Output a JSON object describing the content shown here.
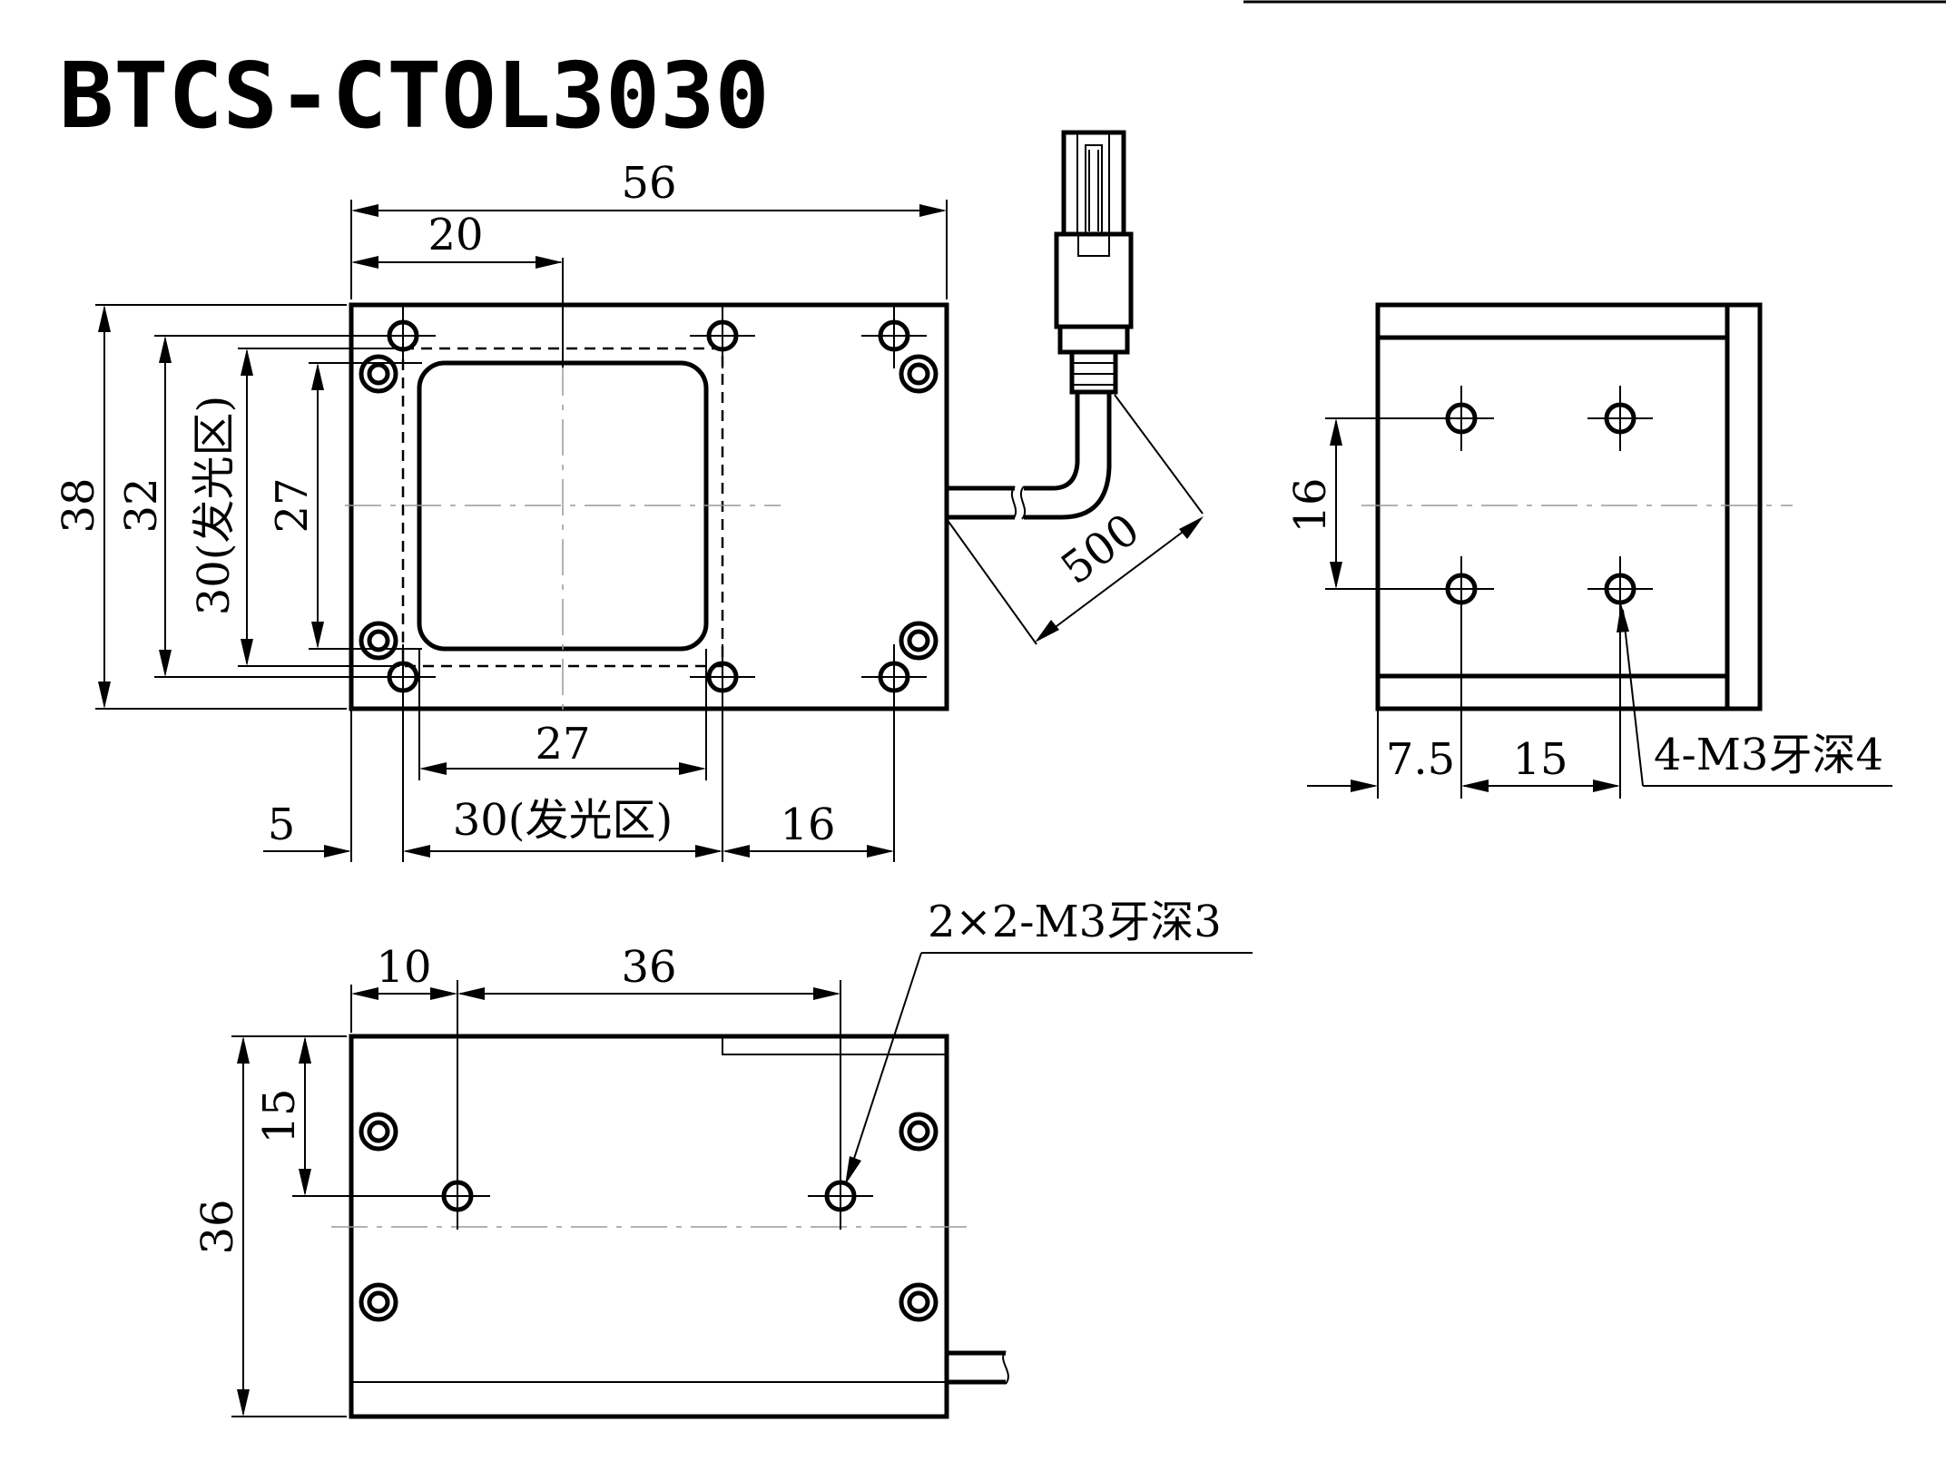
{
  "title": "BTCS-CTOL3030",
  "front_view": {
    "width": "56",
    "offset_to_window": "20",
    "height": "38",
    "outer_hole_pitch": "32",
    "emitting_height": "30(发光区)",
    "window_height": "27",
    "window_width": "27",
    "emitting_width": "30(发光区)",
    "edge_offset": "5",
    "right_pitch": "16",
    "cable_length": "500"
  },
  "side_view": {
    "hole_pitch_v": "16",
    "edge_offset": "7.5",
    "hole_pitch_h": "15",
    "thread_note": "4-M3牙深4"
  },
  "bottom_view": {
    "edge_offset": "10",
    "hole_pitch": "36",
    "hole_height": "15",
    "depth": "36",
    "thread_note": "2×2-M3牙深3"
  },
  "colors": {
    "line": "#000000",
    "centerline": "#999999",
    "background": "#ffffff"
  }
}
